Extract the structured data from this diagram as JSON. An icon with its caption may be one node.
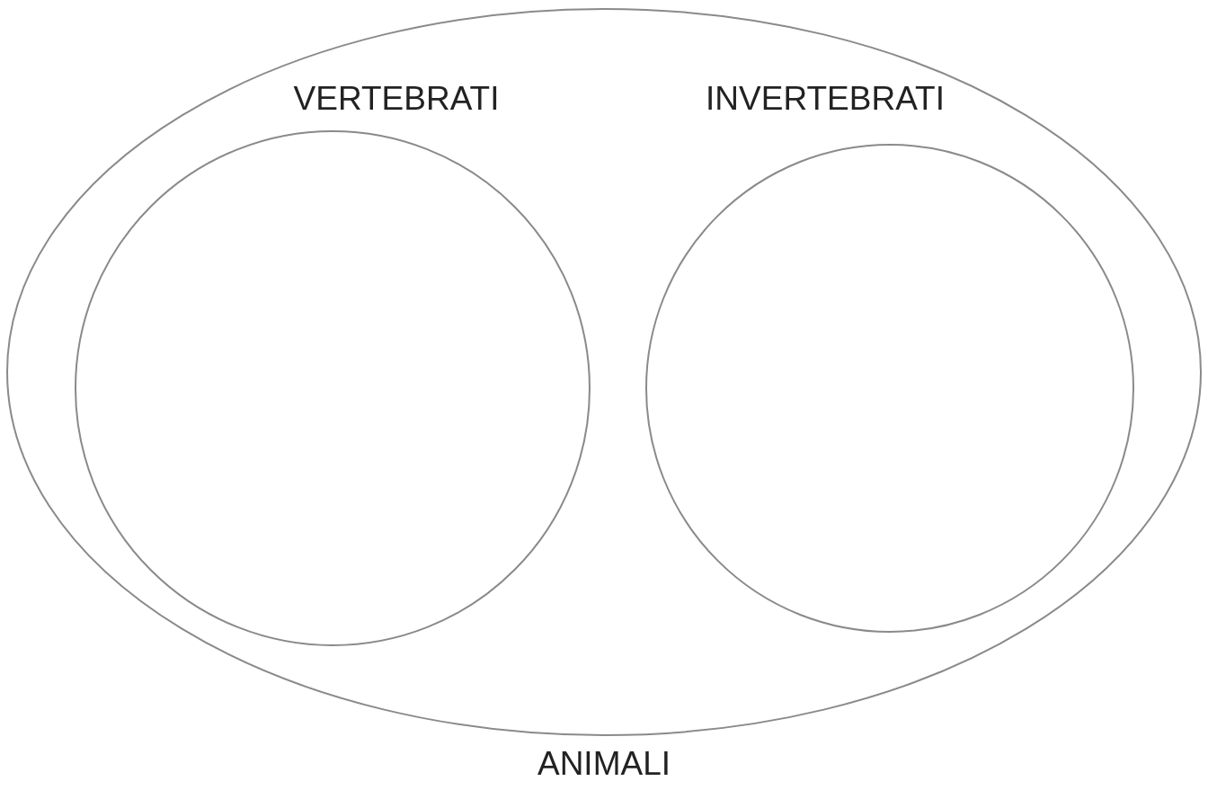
{
  "diagram": {
    "nodes": [
      {
        "text": [
          "ANIMALI"
        ]
      },
      {
        "text": [
          "VERTEBRATI"
        ],
        "in": 0
      },
      {
        "text": [
          "INVERTEBRATI"
        ],
        "in": 0
      }
    ]
  }
}
